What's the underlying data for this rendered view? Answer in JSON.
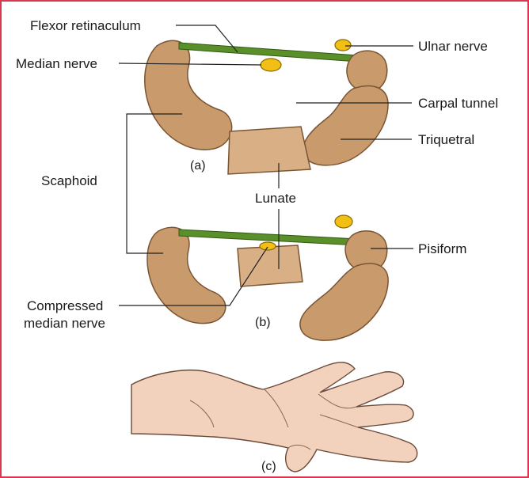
{
  "labels": {
    "flexor_retinaculum": "Flexor retinaculum",
    "median_nerve": "Median nerve",
    "ulnar_nerve": "Ulnar nerve",
    "carpal_tunnel": "Carpal tunnel",
    "triquetral": "Triquetral",
    "scaphoid": "Scaphoid",
    "lunate": "Lunate",
    "pisiform": "Pisiform",
    "compressed_line1": "Compressed",
    "compressed_line2": "median nerve"
  },
  "panels": {
    "a": "(a)",
    "b": "(b)",
    "c": "(c)"
  },
  "colors": {
    "frame": "#d9364f",
    "bone": "#c99a6b",
    "ligament": "#5a8f2a",
    "nerve": "#f2c014",
    "skin": "#f3d2bd"
  }
}
